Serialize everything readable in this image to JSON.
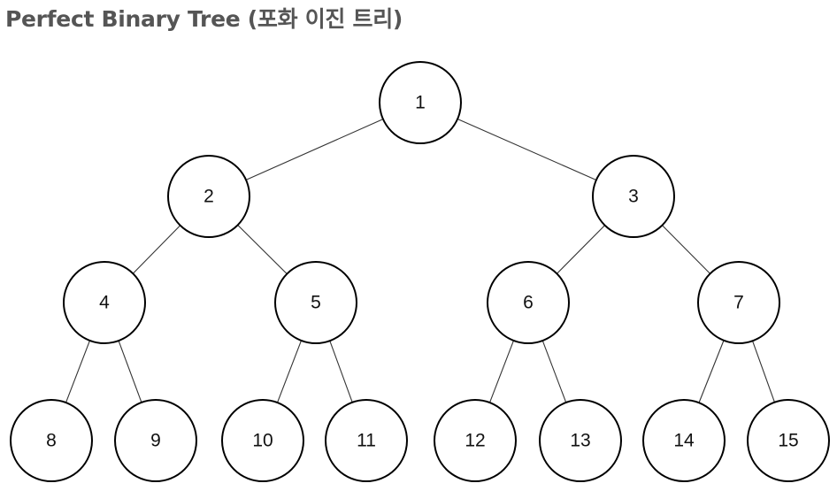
{
  "title": "Perfect Binary Tree (포화 이진 트리)",
  "tree": {
    "nodes": [
      {
        "id": 1,
        "label": "1"
      },
      {
        "id": 2,
        "label": "2"
      },
      {
        "id": 3,
        "label": "3"
      },
      {
        "id": 4,
        "label": "4"
      },
      {
        "id": 5,
        "label": "5"
      },
      {
        "id": 6,
        "label": "6"
      },
      {
        "id": 7,
        "label": "7"
      },
      {
        "id": 8,
        "label": "8"
      },
      {
        "id": 9,
        "label": "9"
      },
      {
        "id": 10,
        "label": "10"
      },
      {
        "id": 11,
        "label": "11"
      },
      {
        "id": 12,
        "label": "12"
      },
      {
        "id": 13,
        "label": "13"
      },
      {
        "id": 14,
        "label": "14"
      },
      {
        "id": 15,
        "label": "15"
      }
    ],
    "edges": [
      [
        1,
        2
      ],
      [
        1,
        3
      ],
      [
        2,
        4
      ],
      [
        2,
        5
      ],
      [
        3,
        6
      ],
      [
        3,
        7
      ],
      [
        4,
        8
      ],
      [
        4,
        9
      ],
      [
        5,
        10
      ],
      [
        5,
        11
      ],
      [
        6,
        12
      ],
      [
        6,
        13
      ],
      [
        7,
        14
      ],
      [
        7,
        15
      ]
    ]
  }
}
